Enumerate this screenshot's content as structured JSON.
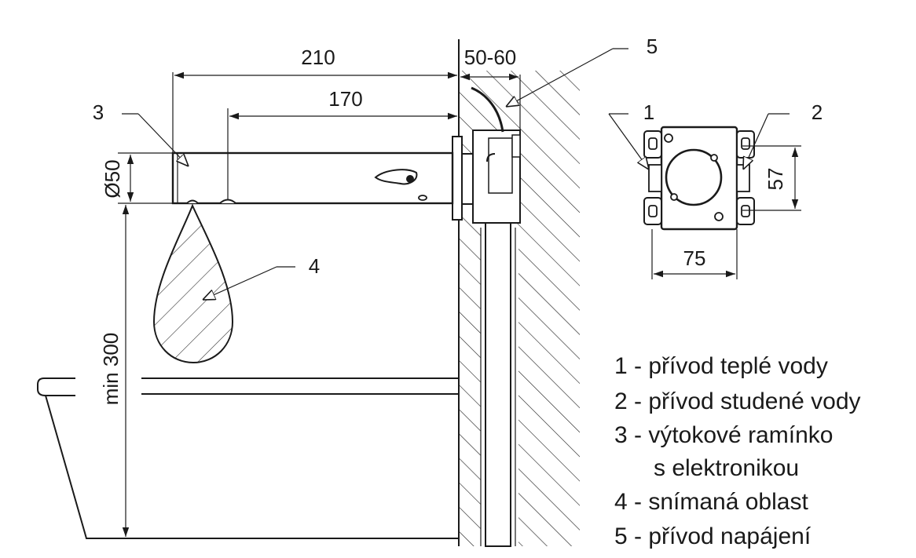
{
  "dimensions": {
    "spout_length": "210",
    "sensor_distance": "170",
    "wall_thickness": "50-60",
    "spout_diameter": "Ø50",
    "min_height": "min 300",
    "box_height": "57",
    "box_width": "75"
  },
  "callouts": {
    "c1": "1",
    "c2": "2",
    "c3": "3",
    "c4": "4",
    "c5": "5"
  },
  "legend": [
    "1 - přívod teplé vody",
    "2 - přívod studené vody",
    "3 - výtokové ramínko",
    "s elektronikou",
    "4 - snímaná oblast",
    "5 - přívod napájení"
  ]
}
